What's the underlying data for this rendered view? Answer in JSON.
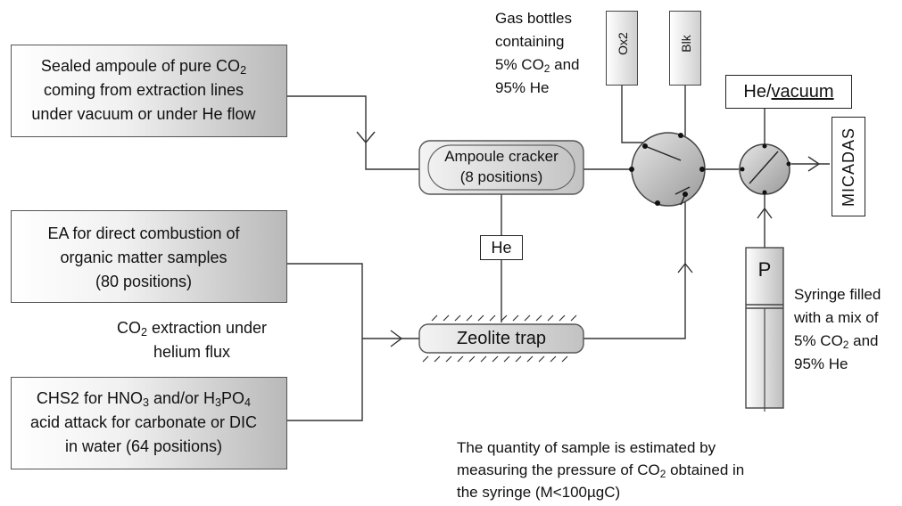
{
  "sources": {
    "ampoule": [
      "Sealed ampoule of pure CO",
      "2",
      "coming from extraction lines",
      "under vacuum or under He flow"
    ],
    "ea": [
      "EA for direct combustion of",
      "organic matter samples",
      "(80 positions)"
    ],
    "chs2": [
      "CHS2 for HNO",
      "3",
      " and/or H",
      "3",
      "PO",
      "4",
      "acid attack for carbonate or DIC",
      "in water (64 positions)"
    ]
  },
  "extraction_note": [
    "CO",
    "2",
    " extraction under",
    "helium flux"
  ],
  "cracker": {
    "line1": "Ampoule cracker",
    "line2": "(8 positions)"
  },
  "he_box": "He",
  "zeolite": "Zeolite trap",
  "gas_bottles": {
    "caption": [
      "Gas bottles",
      "containing",
      "5% CO",
      "2",
      " and",
      "95% He"
    ],
    "ox2": "Ox2",
    "blk": "Blk"
  },
  "outlet": {
    "prefix": "He/",
    "underlined": "vacuum"
  },
  "micadas": "MICADAS",
  "syringe": {
    "plunger": "P",
    "caption": [
      "Syringe filled",
      "with a mix of",
      "5% CO",
      "2",
      " and",
      "95% He"
    ]
  },
  "footnote": [
    "The quantity of sample is estimated by",
    "measuring the pressure of CO",
    "2",
    " obtained in",
    "the syringe (M<100µgC)"
  ]
}
